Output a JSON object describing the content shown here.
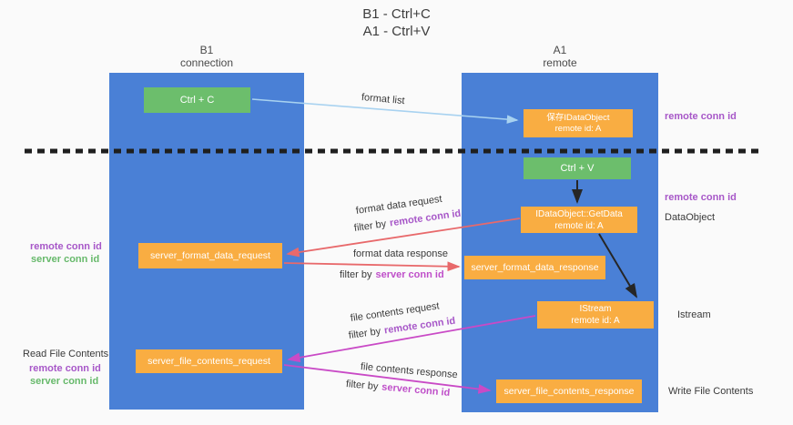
{
  "title": {
    "line1": "B1 - Ctrl+C",
    "line2": "A1 - Ctrl+V"
  },
  "columns": {
    "left": {
      "name": "B1",
      "role": "connection"
    },
    "right": {
      "name": "A1",
      "role": "remote"
    }
  },
  "boxes": {
    "ctrl_c": {
      "label": "Ctrl + C"
    },
    "ctrl_v": {
      "label": "Ctrl + V"
    },
    "save_idataobject": {
      "line1": "保存IDataObject",
      "line2": "remote id: A"
    },
    "idataobject_getdata": {
      "line1": "IDataObject::GetData",
      "line2": "remote id: A"
    },
    "istream": {
      "line1": "IStream",
      "line2": "remote id: A"
    },
    "server_format_data_request": {
      "label": "server_format_data_request"
    },
    "server_format_data_response": {
      "label": "server_format_data_response"
    },
    "server_file_contents_request": {
      "label": "server_file_contents_request"
    },
    "server_file_contents_response": {
      "label": "server_file_contents_response"
    }
  },
  "flow_labels": {
    "format_list": "format list",
    "format_data_request": "format data request",
    "format_data_response": "format data response",
    "file_contents_request": "file contents request",
    "file_contents_response": "file contents response",
    "filter_by": "filter by",
    "remote_conn_id": "remote conn id",
    "server_conn_id": "server conn id"
  },
  "side_labels": {
    "remote_conn_id": "remote conn id",
    "server_conn_id": "server conn id",
    "dataobject": "DataObject",
    "istream": "Istream",
    "read_file_contents": "Read File Contents",
    "write_file_contents": "Write File Contents"
  },
  "colors": {
    "column_blue": "#4a80d6",
    "box_orange": "#f9ad42",
    "box_green": "#6cbe6c",
    "arrow_red": "#e8696b",
    "arrow_magenta": "#c94ac6",
    "arrow_lightblue": "#a8d2f0",
    "arrow_black": "#262626",
    "label_purple": "#a757c8",
    "label_green": "#67b96b",
    "label_magenta": "#bf4fc9"
  }
}
